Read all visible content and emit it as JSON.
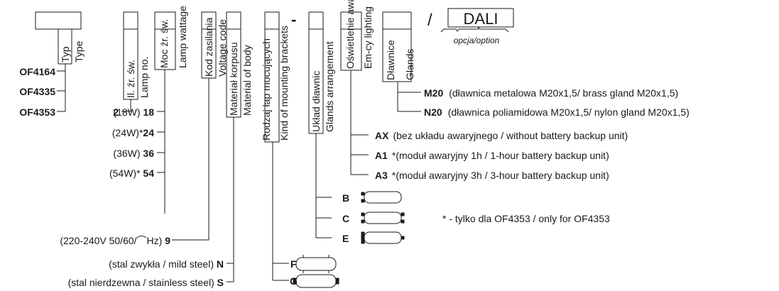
{
  "separator_dash": "-",
  "separator_slash": "/",
  "dali_box": "DALI",
  "option_label": "opcja/option",
  "column_labels": {
    "type_pl": "Typ",
    "type_en": "Type",
    "lamp_no_pl": "Il. źr. św.",
    "lamp_no_en": "Lamp no.",
    "wattage_pl": "Moc źr. św.",
    "wattage_en": "Lamp wattage",
    "voltage_pl": "Kod zasilania",
    "voltage_en": "Voltage code",
    "body_pl": "Materiał korpusu",
    "body_en": "Material of body",
    "brackets_pl": "Rodzaj łap mocujących",
    "brackets_en": "Kind of mounting brackets",
    "glands_arr_pl": "Układ dławnic",
    "glands_arr_en": "Glands arrangement",
    "emergency_pl": "Oświetlenie awaryjne",
    "emergency_en": "Em-cy lighting",
    "glands_pl": "Dławnice",
    "glands_en": "Glands"
  },
  "types": [
    "OF4164",
    "OF4335",
    "OF4353"
  ],
  "lamp_no": "2",
  "wattages": [
    {
      "note": "(18W) ",
      "code": "18"
    },
    {
      "note": "(24W)*",
      "code": "24"
    },
    {
      "note": "(36W) ",
      "code": "36"
    },
    {
      "note": "(54W)* ",
      "code": "54"
    }
  ],
  "voltage": {
    "note": "(220-240V 50/60/⌒Hz) ",
    "code": "9"
  },
  "body_materials": [
    {
      "note": "(stal zwykła / mild steel) ",
      "code": "N"
    },
    {
      "note": "(stal nierdzewna / stainless steel) ",
      "code": "S"
    }
  ],
  "brackets": [
    "F",
    "G"
  ],
  "gland_arrangements": [
    "B",
    "C",
    "E"
  ],
  "emergency": [
    {
      "code": "AX",
      "desc": "(bez układu awaryjnego / without battery backup unit)"
    },
    {
      "code": "A1",
      "desc": "*(moduł awaryjny 1h / 1-hour battery backup unit)"
    },
    {
      "code": "A3",
      "desc": "*(moduł awaryjny 3h / 3-hour battery backup unit)"
    }
  ],
  "glands": [
    {
      "code": "M20",
      "desc": "(dławnica metalowa M20x1,5/ brass gland M20x1,5)"
    },
    {
      "code": "N20",
      "desc": "(dławnica poliamidowa M20x1,5/ nylon gland M20x1,5)"
    }
  ],
  "footnote": "*  - tylko dla OF4353 / only for OF4353"
}
